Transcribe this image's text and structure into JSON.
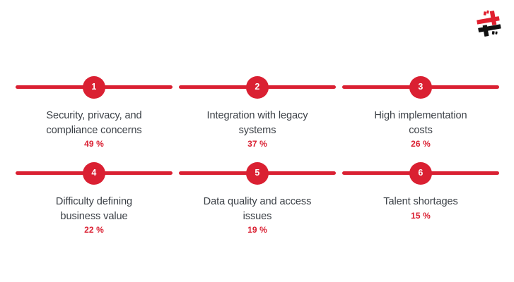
{
  "theme": {
    "accent_red": "#da2032",
    "text_gray": "#3c4147",
    "background": "#ffffff",
    "logo_black": "#111111"
  },
  "logo": {
    "name": "company-logo",
    "description": "stylized two-bar hash mark, red above black"
  },
  "chart_data": {
    "type": "bar",
    "title": "",
    "xlabel": "",
    "ylabel": "",
    "categories": [
      "Security, privacy, and compliance concerns",
      "Integration with legacy systems",
      "High implementation costs",
      "Difficulty defining business value",
      "Data quality and access issues",
      "Talent shortages"
    ],
    "values": [
      49,
      37,
      26,
      22,
      19,
      15
    ],
    "value_suffix": "%",
    "ylim": [
      0,
      100
    ],
    "grid": false,
    "legend": "none"
  },
  "items": [
    {
      "number": "1",
      "label_line_1": "Security, privacy, and",
      "label_line_2": "compliance concerns",
      "percent": "49 %"
    },
    {
      "number": "2",
      "label_line_1": "Integration with legacy",
      "label_line_2": "systems",
      "percent": "37 %"
    },
    {
      "number": "3",
      "label_line_1": "High implementation",
      "label_line_2": "costs",
      "percent": "26 %"
    },
    {
      "number": "4",
      "label_line_1": "Difficulty defining",
      "label_line_2": "business value",
      "percent": "22 %"
    },
    {
      "number": "5",
      "label_line_1": "Data quality and access",
      "label_line_2": "issues",
      "percent": "19 %"
    },
    {
      "number": "6",
      "label_line_1": "Talent shortages",
      "label_line_2": "",
      "percent": "15 %"
    }
  ]
}
